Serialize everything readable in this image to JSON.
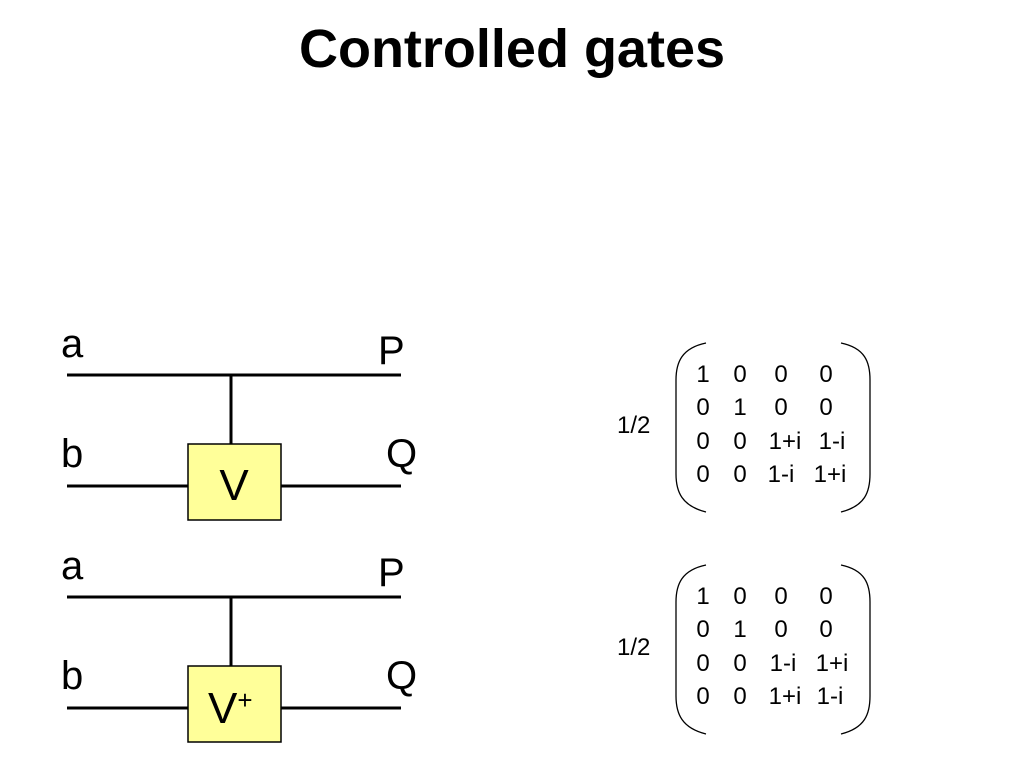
{
  "title": "Controlled gates",
  "colors": {
    "gate_fill": "#ffff99",
    "line": "#000000",
    "background": "#ffffff"
  },
  "circuits": [
    {
      "input_top": "a",
      "input_bottom": "b",
      "output_top": "P",
      "output_bottom": "Q",
      "gate_label": "V",
      "gate_superscript": "",
      "matrix": {
        "prefactor": "1/2",
        "rows": [
          [
            "1",
            "0",
            "0",
            "0"
          ],
          [
            "0",
            "1",
            "0",
            "0"
          ],
          [
            "0",
            "0",
            "1+i",
            "1-i"
          ],
          [
            "0",
            "0",
            "1-i",
            "1+i"
          ]
        ]
      }
    },
    {
      "input_top": "a",
      "input_bottom": "b",
      "output_top": "P",
      "output_bottom": "Q",
      "gate_label": "V",
      "gate_superscript": "+",
      "matrix": {
        "prefactor": "1/2",
        "rows": [
          [
            "1",
            "0",
            "0",
            "0"
          ],
          [
            "0",
            "1",
            "0",
            "0"
          ],
          [
            "0",
            "0",
            "1-i",
            "1+i"
          ],
          [
            "0",
            "0",
            "1+i",
            "1-i"
          ]
        ]
      }
    }
  ]
}
